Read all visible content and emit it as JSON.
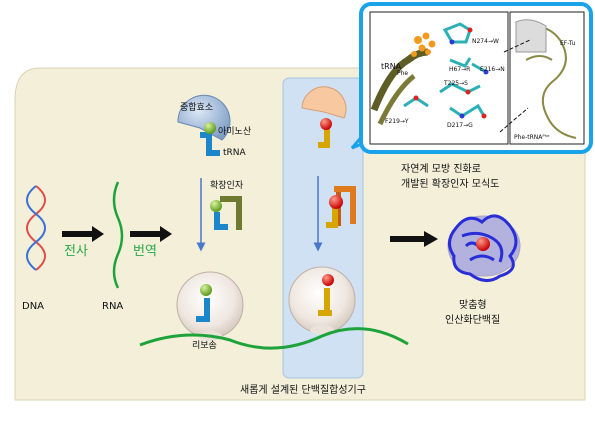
{
  "labels": {
    "enzyme": "중합효소",
    "amino_acid": "아미노산",
    "trna": "tRNA",
    "elongation_factor": "확장인자",
    "transcription": "전사",
    "translation": "번역",
    "dna": "DNA",
    "rna": "RNA",
    "ribosome": "리보솜",
    "mimicry_caption_line1": "자연계 모방 진화로",
    "mimicry_caption_line2": "개발된 확장인자 모식도",
    "product_line1": "맞춤형",
    "product_line2": "인산화단백질",
    "system_caption": "새롭게 설계된 단백질합성기구"
  },
  "inset": {
    "trna": "tRNA",
    "phe": "Phe",
    "n274": "N274→W",
    "h67": "H67→R",
    "e216": "E216→N",
    "t225": "T225→S",
    "f219": "F219→Y",
    "d217": "D217→G",
    "ef_tu": "EF-Tu",
    "phe_trna": "Phe-tRNAᴾʰᵉ"
  },
  "colors": {
    "panel": "#f3efd9",
    "highlight": "#cfe1f3",
    "callout_border": "#1aa3e8",
    "arrow_green": "#2aa84a",
    "strand_green": "#1ea33a",
    "protein_blue": "#2a2ed6"
  }
}
